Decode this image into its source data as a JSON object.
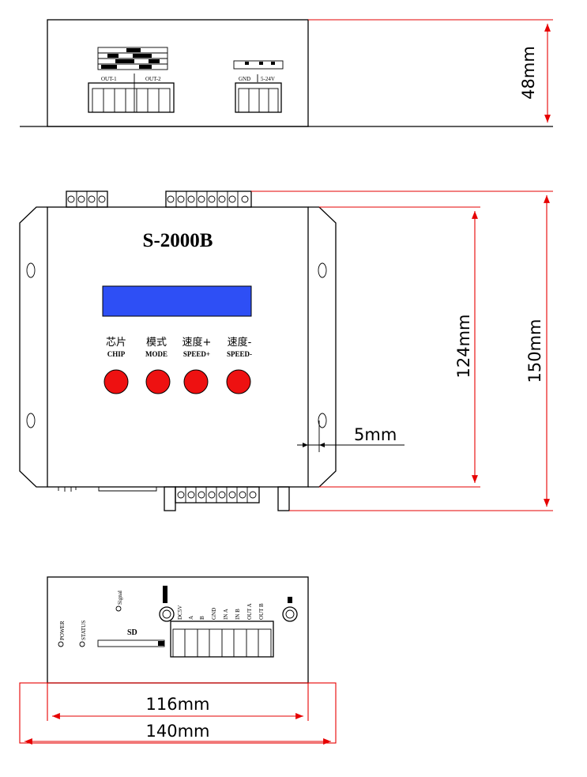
{
  "top_view": {
    "out1": "OUT-1",
    "out2": "OUT-2",
    "gnd": "GND",
    "vin": "5-24V",
    "height_dim": "48mm"
  },
  "front_view": {
    "model": "S-2000B",
    "buttons": [
      {
        "cn": "芯片",
        "en": "CHIP"
      },
      {
        "cn": "模式",
        "en": "MODE"
      },
      {
        "cn": "速度+",
        "en": "SPEED+"
      },
      {
        "cn": "速度-",
        "en": "SPEED-"
      }
    ],
    "dims": {
      "inner_height": "124mm",
      "outer_height": "150mm",
      "flange": "5mm"
    },
    "colors": {
      "lcd": "#2e4ff5",
      "button": "#ee1111",
      "dimension": "#e60000"
    }
  },
  "bottom_view": {
    "power": "POWER",
    "status": "STATUS",
    "signal": "Signal",
    "sd": "SD",
    "terminals": [
      "DC5V",
      "A",
      "B",
      "GND",
      "IN A",
      "IN B",
      "OUT A",
      "OUT B"
    ],
    "width_dims": {
      "inner": "116mm",
      "outer": "140mm"
    }
  }
}
